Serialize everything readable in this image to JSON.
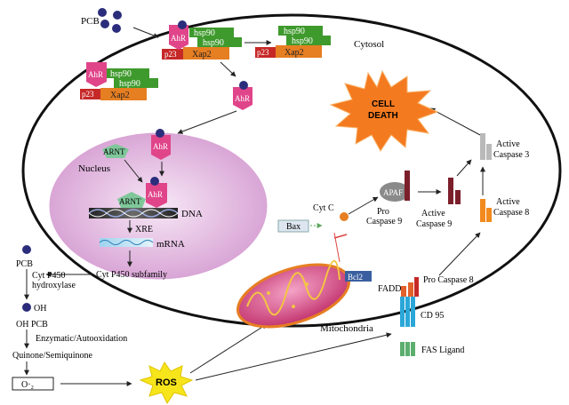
{
  "labels": {
    "pcb_top": "PCB",
    "cytosol": "Cytosol",
    "nucleus": "Nucleus",
    "dna": "DNA",
    "xre": "XRE",
    "mrna": "mRNA",
    "cyt_p450_subfamily": "Cyt P450 subfamily",
    "pcb_left": "PCB",
    "cyt_p450_hydroxylase_line1": "Cyt P450",
    "cyt_p450_hydroxylase_line2": "hydroxylase",
    "oh": "OH",
    "oh_pcb": "OH PCB",
    "enzymatic": "Enzymatic/Autooxidation",
    "quinone": "Quinone/Semiquinone",
    "o2": "O·₂",
    "ros": "ROS",
    "mitochondria": "Mitochondria",
    "bax": "Bax",
    "bcl2": "Bcl2",
    "cytc": "Cyt C",
    "apaf": "APAF",
    "pro_caspase9_line1": "Pro",
    "pro_caspase9_line2": "Caspase 9",
    "active_caspase9_line1": "Active",
    "active_caspase9_line2": "Caspase 9",
    "active_caspase8_line1": "Active",
    "active_caspase8_line2": "Caspase 8",
    "active_caspase3_line1": "Active",
    "active_caspase3_line2": "Caspase 3",
    "pro_caspase8": "Pro Caspase 8",
    "fadd": "FADD",
    "cd95": "CD 95",
    "fas_ligand": "FAS Ligand",
    "cell_death_line1": "CELL",
    "cell_death_line2": "DEATH",
    "ahr": "AhR",
    "arnt": "ARNT",
    "hsp90": "hsp90",
    "p23": "p23",
    "xap2": "Xap2"
  },
  "colors": {
    "ahr": "#e0458a",
    "hsp90": "#3f9a2d",
    "p23": "#c62828",
    "xap2": "#e67e22",
    "ligand": "#2b2d7c",
    "arnt": "#7fc79a",
    "nucleus_fill": "#e6bde4",
    "starburst": "#f47a20",
    "ros_burst": "#f7e51c",
    "caspase_dark": "#7b1f2a",
    "caspase_orange": "#f28a1e",
    "caspase_grey": "#b9b9b9",
    "fadd": "#e2612b",
    "cd95": "#2aa7d8",
    "fas": "#5cae6e",
    "mito": "#d84a8a"
  }
}
